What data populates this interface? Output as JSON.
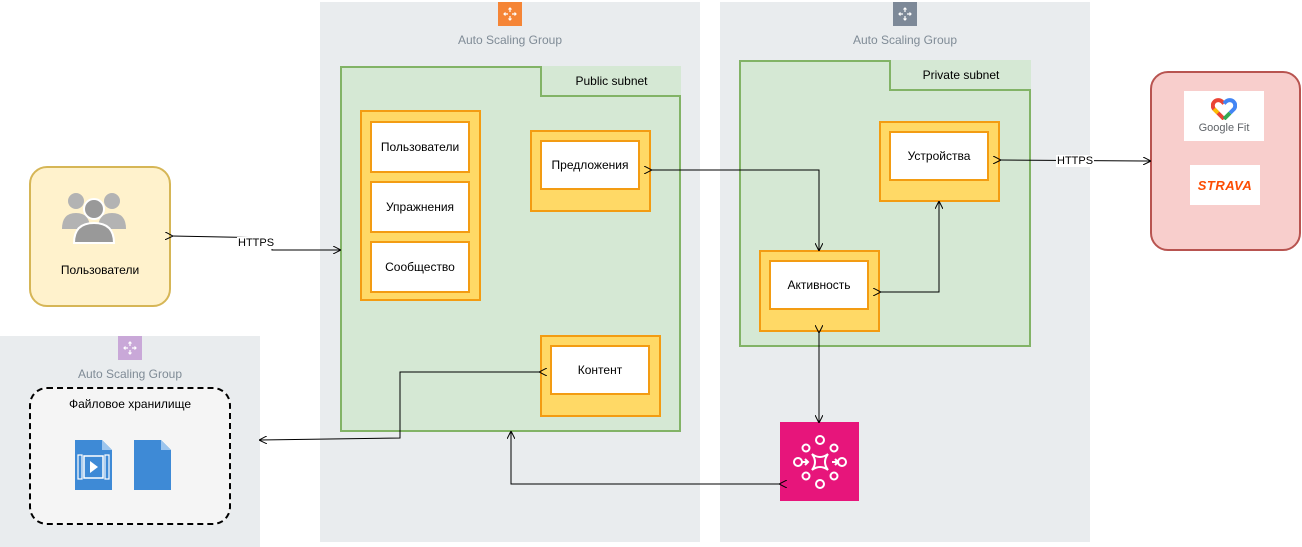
{
  "groups": {
    "asg_public": {
      "label": "Auto Scaling Group",
      "icon_color": "#f58536"
    },
    "asg_private": {
      "label": "Auto Scaling Group",
      "icon_color": "#7d8998"
    },
    "asg_storage": {
      "label": "Auto Scaling Group",
      "icon_color": "#c9a8d8"
    }
  },
  "subnets": {
    "public": {
      "label": "Public subnet"
    },
    "private": {
      "label": "Private subnet"
    }
  },
  "services": {
    "users_svc": "Пользователи",
    "exercises": "Упражнения",
    "community": "Сообщество",
    "offers": "Предложения",
    "content": "Контент",
    "devices": "Устройства",
    "activity": "Активность"
  },
  "actors": {
    "users": {
      "label": "Пользователи",
      "icon": "users-group-icon"
    }
  },
  "storage": {
    "title": "Файловое хранилище",
    "icons": [
      "video-file-icon",
      "document-file-icon"
    ]
  },
  "external": {
    "google_fit": {
      "label": "Google Fit",
      "icon": "google-fit-heart-icon"
    },
    "strava": {
      "label": "STRAVA",
      "color": "#fc4c02"
    }
  },
  "connections": {
    "https_users": "HTTPS",
    "https_external": "HTTPS"
  },
  "message_bus": {
    "icon": "message-broker-icon",
    "color": "#e7157b"
  },
  "colors": {
    "asg_bg": "#e9ecee",
    "subnet_fill": "#d5e8d4",
    "subnet_border": "#82b366",
    "service_fill": "#ffd966",
    "service_border": "#f39c12",
    "users_fill": "#fff2cc",
    "users_border": "#d6b656",
    "external_fill": "#f8cecc",
    "external_border": "#b85450"
  }
}
